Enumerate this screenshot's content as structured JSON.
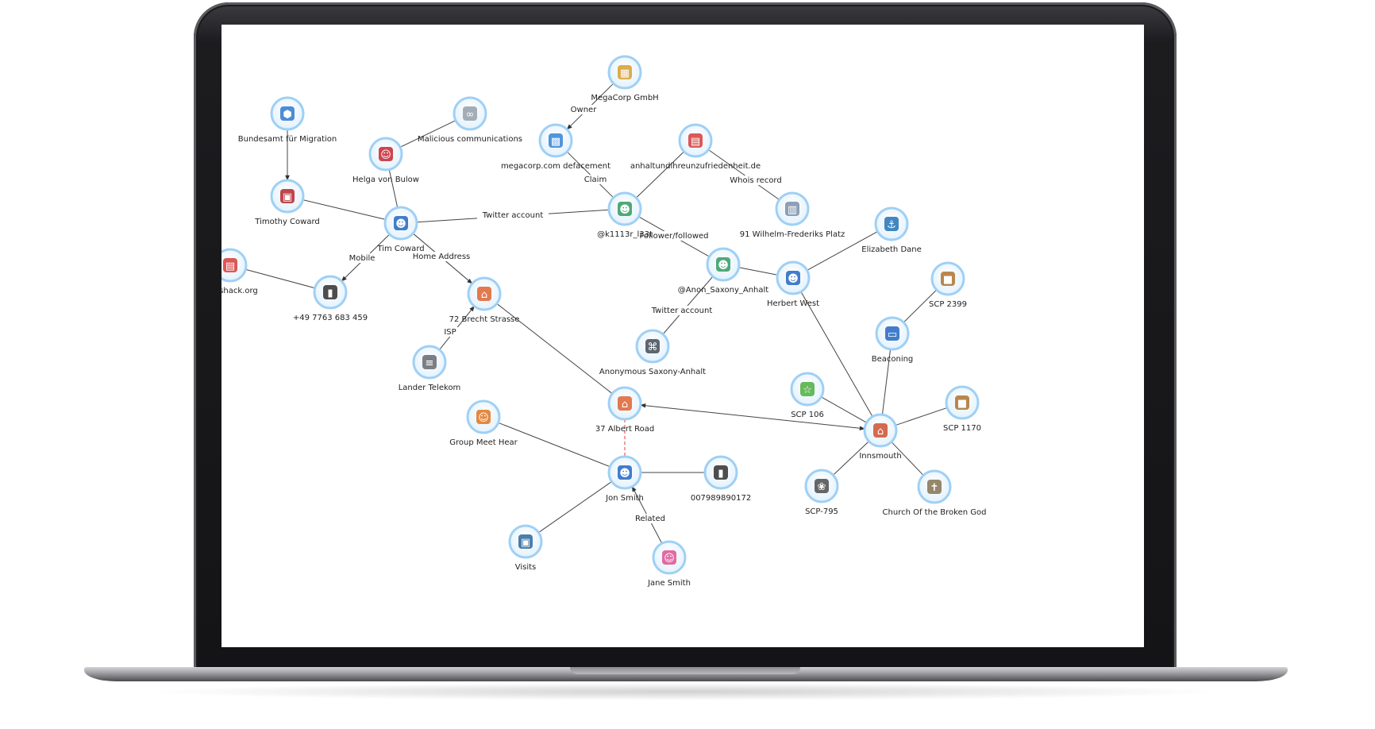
{
  "colors": {
    "node_fill": "#f4faff",
    "node_ring": "#9fd0f5",
    "edge": "#444444",
    "dashed_edge": "#e03c3c"
  },
  "nodes": [
    {
      "id": "bamf",
      "label": "Bundesamt für Migration",
      "icon": "database-icon"
    },
    {
      "id": "malcomm",
      "label": "Malicious communications",
      "icon": "handcuffs-icon"
    },
    {
      "id": "helga",
      "label": "Helga von Bulow",
      "icon": "woman-icon"
    },
    {
      "id": "timothy",
      "label": "Timothy Coward",
      "icon": "passport-icon"
    },
    {
      "id": "tim",
      "label": "Tim Coward",
      "icon": "person-icon"
    },
    {
      "id": "loveshack",
      "label": "loveshack.org",
      "icon": "website-icon"
    },
    {
      "id": "phone1",
      "label": "+49 7763 683 459",
      "icon": "mobile-phone-icon"
    },
    {
      "id": "brecht",
      "label": "72 Brecht Strasse",
      "icon": "house-icon"
    },
    {
      "id": "lander",
      "label": "Lander Telekom",
      "icon": "server-rack-icon"
    },
    {
      "id": "megacorp",
      "label": "MegaCorp GmbH",
      "icon": "company-building-icon"
    },
    {
      "id": "deface",
      "label": "megacorp.com defacement",
      "icon": "defaced-website-icon"
    },
    {
      "id": "anhalt",
      "label": "anhaltundihreunzufriedenheit.de",
      "icon": "website-icon"
    },
    {
      "id": "k1113r",
      "label": "@k1113r_l33t",
      "icon": "online-user-icon"
    },
    {
      "id": "wilhelm",
      "label": "91 Wilhelm-Frederiks Platz",
      "icon": "office-building-icon"
    },
    {
      "id": "anon",
      "label": "@Anon_Saxony_Anhalt",
      "icon": "online-user-icon"
    },
    {
      "id": "anonorg",
      "label": "Anonymous Saxony-Anhalt",
      "icon": "organization-icon"
    },
    {
      "id": "herbert",
      "label": "Herbert West",
      "icon": "person-icon"
    },
    {
      "id": "elizabeth",
      "label": "Elizabeth Dane",
      "icon": "boat-icon"
    },
    {
      "id": "scp2399",
      "label": "SCP 2399",
      "icon": "binary-box-icon"
    },
    {
      "id": "beaconing",
      "label": "Beaconing",
      "icon": "wifi-laptop-icon"
    },
    {
      "id": "scp106",
      "label": "SCP 106",
      "icon": "alien-icon"
    },
    {
      "id": "scp1170",
      "label": "SCP 1170",
      "icon": "binary-box-icon"
    },
    {
      "id": "innsmouth",
      "label": "Innsmouth",
      "icon": "town-icon"
    },
    {
      "id": "scp795",
      "label": "SCP-795",
      "icon": "cat-icon"
    },
    {
      "id": "church",
      "label": "Church Of the Broken God",
      "icon": "church-icon"
    },
    {
      "id": "albert",
      "label": "37 Albert Road",
      "icon": "house-icon"
    },
    {
      "id": "groupmeet",
      "label": "Group Meet Hear",
      "icon": "group-icon"
    },
    {
      "id": "jon",
      "label": "Jon Smith",
      "icon": "person-icon"
    },
    {
      "id": "phone2",
      "label": "007989890172",
      "icon": "mobile-phone-icon"
    },
    {
      "id": "visits",
      "label": "Visits",
      "icon": "screen-icon"
    },
    {
      "id": "jane",
      "label": "Jane Smith",
      "icon": "girl-icon"
    }
  ],
  "edges": [
    {
      "from": "bamf",
      "to": "timothy",
      "label": "",
      "arrow": true
    },
    {
      "from": "malcomm",
      "to": "helga",
      "label": "",
      "arrow": false
    },
    {
      "from": "helga",
      "to": "tim",
      "label": "",
      "arrow": false
    },
    {
      "from": "timothy",
      "to": "tim",
      "label": "",
      "arrow": false
    },
    {
      "from": "tim",
      "to": "phone1",
      "label": "Mobile",
      "arrow": true
    },
    {
      "from": "tim",
      "to": "brecht",
      "label": "Home Address",
      "arrow": true
    },
    {
      "from": "loveshack",
      "to": "phone1",
      "label": "",
      "arrow": false
    },
    {
      "from": "lander",
      "to": "brecht",
      "label": "ISP",
      "arrow": true
    },
    {
      "from": "tim",
      "to": "k1113r",
      "label": "Twitter account",
      "arrow": false
    },
    {
      "from": "megacorp",
      "to": "deface",
      "label": "Owner",
      "arrow": true
    },
    {
      "from": "deface",
      "to": "k1113r",
      "label": "Claim",
      "arrow": false
    },
    {
      "from": "anhalt",
      "to": "k1113r",
      "label": "",
      "arrow": false
    },
    {
      "from": "anhalt",
      "to": "wilhelm",
      "label": "Whois record",
      "arrow": false
    },
    {
      "from": "k1113r",
      "to": "anon",
      "label": "Follower/followed",
      "arrow": false
    },
    {
      "from": "anon",
      "to": "anonorg",
      "label": "Twitter account",
      "arrow": false
    },
    {
      "from": "anon",
      "to": "herbert",
      "label": "",
      "arrow": false
    },
    {
      "from": "herbert",
      "to": "elizabeth",
      "label": "",
      "arrow": false
    },
    {
      "from": "herbert",
      "to": "innsmouth",
      "label": "",
      "arrow": false
    },
    {
      "from": "brecht",
      "to": "albert",
      "label": "",
      "arrow": false
    },
    {
      "from": "innsmouth",
      "to": "albert",
      "label": "",
      "arrow": "both"
    },
    {
      "from": "scp2399",
      "to": "beaconing",
      "label": "",
      "arrow": false
    },
    {
      "from": "beaconing",
      "to": "innsmouth",
      "label": "",
      "arrow": false
    },
    {
      "from": "scp106",
      "to": "innsmouth",
      "label": "",
      "arrow": false
    },
    {
      "from": "scp1170",
      "to": "innsmouth",
      "label": "",
      "arrow": false
    },
    {
      "from": "scp795",
      "to": "innsmouth",
      "label": "",
      "arrow": false
    },
    {
      "from": "church",
      "to": "innsmouth",
      "label": "",
      "arrow": false
    },
    {
      "from": "albert",
      "to": "jon",
      "label": "",
      "arrow": false,
      "dashed": true
    },
    {
      "from": "groupmeet",
      "to": "jon",
      "label": "",
      "arrow": false
    },
    {
      "from": "jon",
      "to": "phone2",
      "label": "",
      "arrow": false
    },
    {
      "from": "visits",
      "to": "jon",
      "label": "",
      "arrow": false
    },
    {
      "from": "jane",
      "to": "jon",
      "label": "Related",
      "arrow": true
    }
  ]
}
